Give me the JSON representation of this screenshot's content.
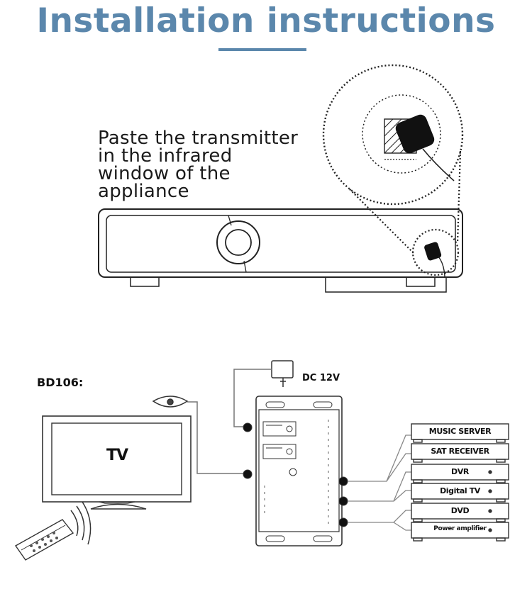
{
  "title": "Installation instructions",
  "install_note": {
    "lines": [
      "Paste the transmitter",
      "in the infrared",
      "window of the",
      "appliance"
    ]
  },
  "wiring": {
    "model": "BD106:",
    "power": "DC  12V",
    "tv": "TV",
    "devices": [
      "MUSIC SERVER",
      "SAT RECEIVER",
      "DVR",
      "Digital  TV",
      "DVD",
      "Power amplifier"
    ]
  }
}
